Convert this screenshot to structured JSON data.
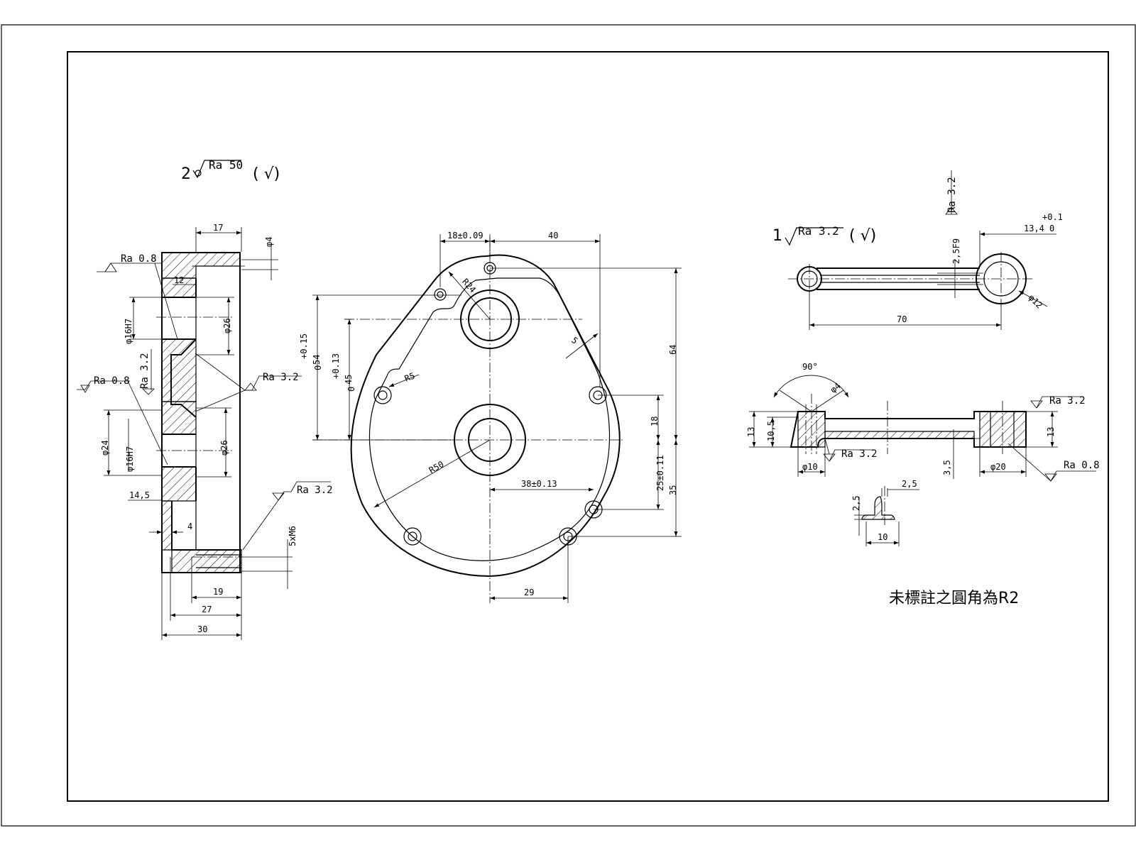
{
  "sheet": {
    "note": "未標註之圓角為R2"
  },
  "part2": {
    "index": "2",
    "roughness_default": "Ra 50",
    "check": "( √)",
    "dims": {
      "d17": "17",
      "phi4": "φ4",
      "ra08_top": "Ra 0.8",
      "d12": "12",
      "phi16h7_top": "φ16H7",
      "phi26_top": "φ26",
      "ra32_left": "Ra 3.2",
      "ra08_left": "Ra 0.8",
      "ra32_mid": "Ra 3.2",
      "phi24": "φ24",
      "phi16h7_bot": "φ16H7",
      "phi26_bot": "φ26",
      "d14_5": "14,5",
      "d4": "4",
      "ra32_bot": "Ra 3.2",
      "thread": "5xM6",
      "d19": "19",
      "d27": "27",
      "d30": "30"
    }
  },
  "plate": {
    "dims": {
      "d18": "18±0.09",
      "d40": "40",
      "r24": "R24",
      "d54": "54",
      "d54_tol": "+0.15",
      "d54_tol0": "0",
      "d45": "45",
      "d45_tol": "+0.13",
      "d45_tol0": "0",
      "r5": "R5",
      "d5": "5",
      "d64": "64",
      "d18b": "18",
      "r50": "R50",
      "d38": "38±0.13",
      "d25": "25±0.11",
      "d35": "35",
      "d29": "29"
    }
  },
  "part1": {
    "index": "1",
    "roughness_default": "Ra 3.2",
    "check": "( √)",
    "dims": {
      "ra32_top": "Ra 3.2",
      "fit": "2,5F9",
      "d13_4": "13,4",
      "tol_plus": "+0.1",
      "tol_zero": "0",
      "phi12": "φ12",
      "d70": "70",
      "angle90": "90°",
      "phi4": "φ4",
      "d13_left": "13",
      "d10_5": "10,5",
      "ra32_sec": "Ra 3.2",
      "phi10": "φ10",
      "ra32_right": "Ra 3.2",
      "d13_right": "13",
      "d3_5": "3,5",
      "phi20": "φ20",
      "ra08_right": "Ra 0.8",
      "d2_5a": "2,5",
      "d2_5b": "2,5",
      "d10": "10"
    }
  }
}
